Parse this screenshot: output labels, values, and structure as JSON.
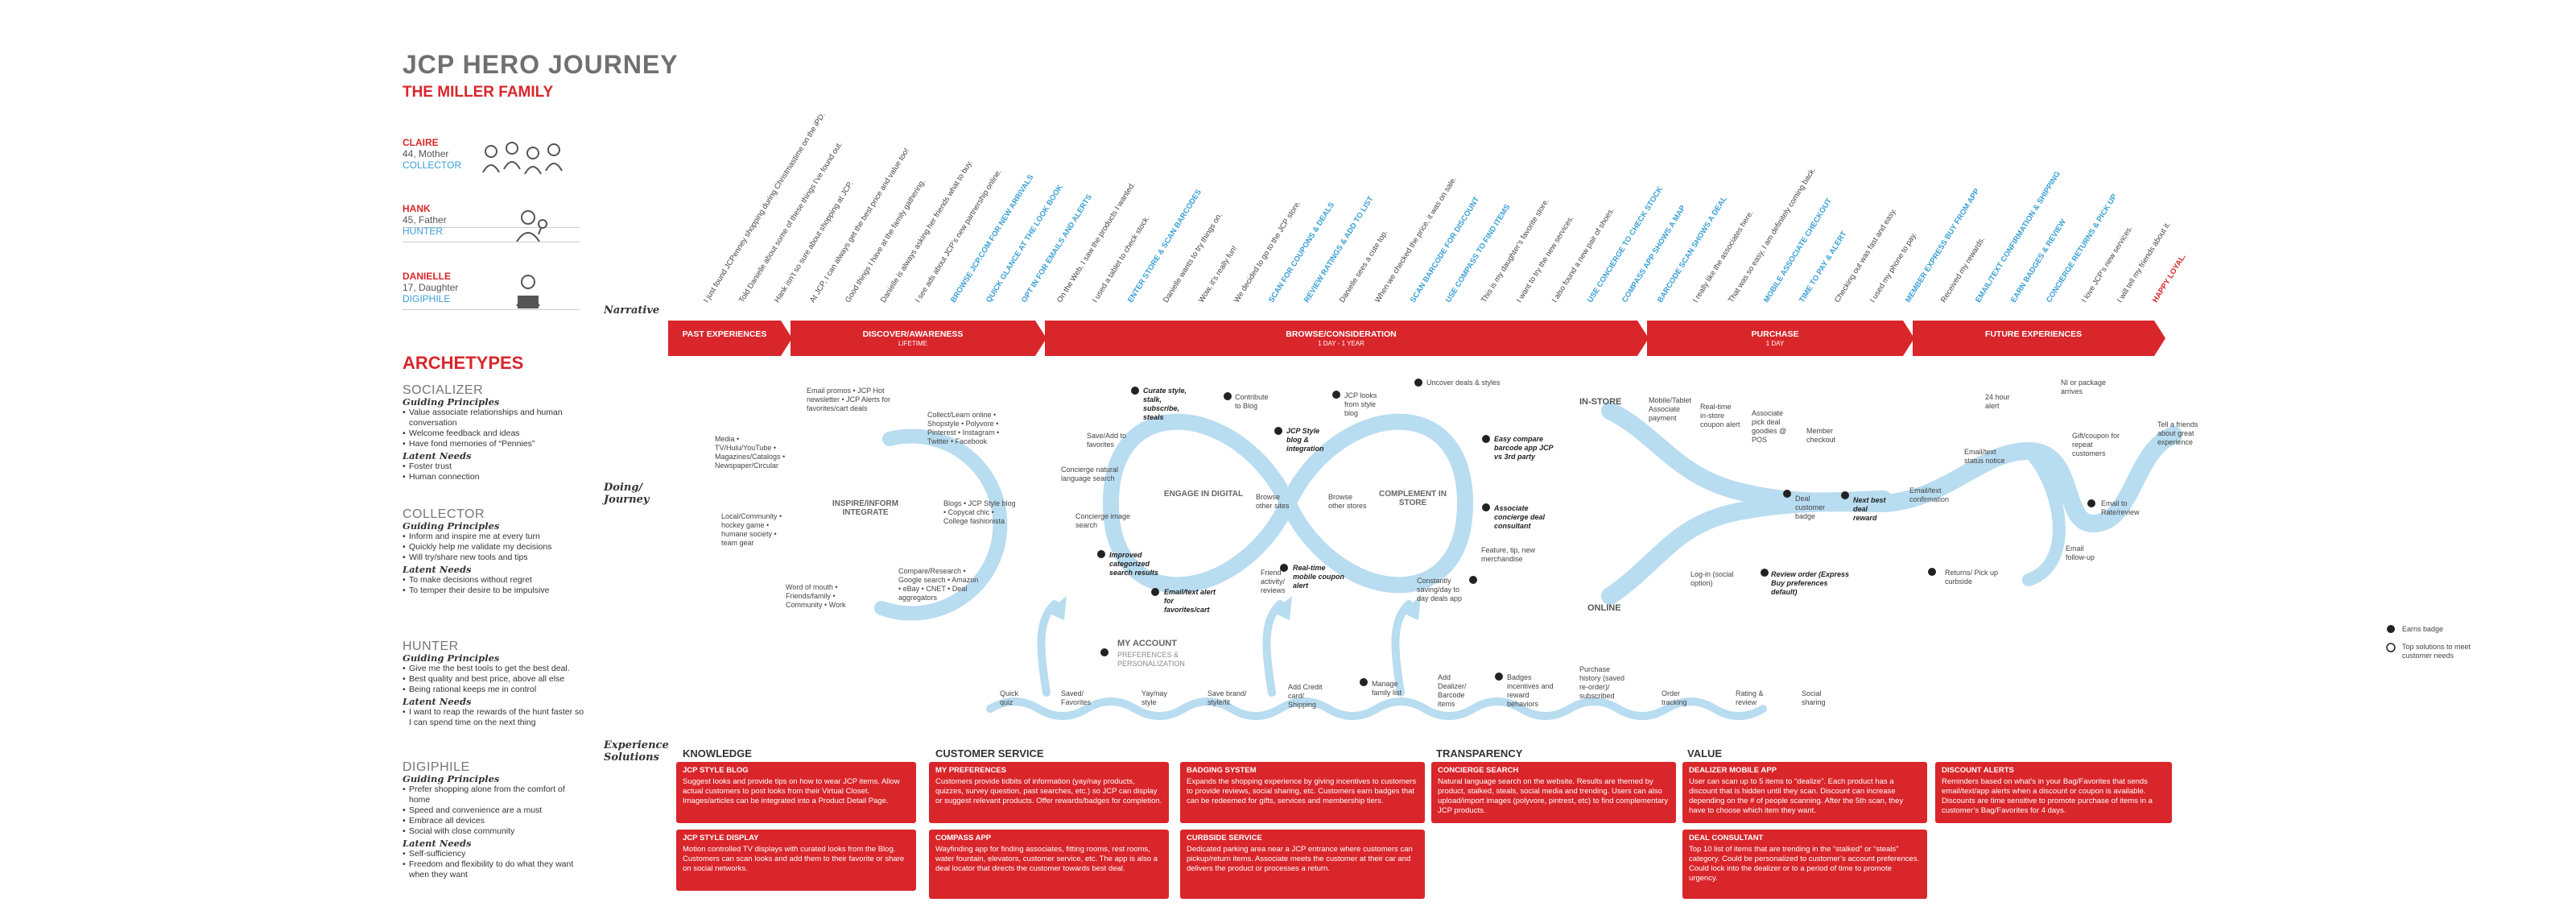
{
  "header": {
    "title": "JCP HERO JOURNEY",
    "subtitle": "THE MILLER FAMILY"
  },
  "personas": [
    {
      "name": "CLAIRE",
      "age": "44, Mother",
      "tag": "COLLECTOR"
    },
    {
      "name": "HANK",
      "age": "45, Father",
      "tag": "HUNTER"
    },
    {
      "name": "DANIELLE",
      "age": "17, Daughter",
      "tag": "DIGIPHILE"
    }
  ],
  "archetypes": {
    "title": "ARCHETYPES",
    "items": [
      {
        "name": "SOCIALIZER",
        "gp": "Guiding Principles",
        "principles": [
          "Value associate relationships and human conversation",
          "Welcome feedback and ideas",
          "Have fond memories of “Pennies”"
        ],
        "ln": "Latent Needs",
        "needs": [
          "Foster trust",
          "Human connection"
        ]
      },
      {
        "name": "COLLECTOR",
        "gp": "Guiding Principles",
        "principles": [
          "Inform and inspire me at every turn",
          "Quickly help me validate my decisions",
          "Will try/share new tools and tips"
        ],
        "ln": "Latent Needs",
        "needs": [
          "To make decisions without regret",
          "To temper their desire to be impulsive"
        ]
      },
      {
        "name": "HUNTER",
        "gp": "Guiding Principles",
        "principles": [
          "Give me the best tools to get the best deal.",
          "Best quality and best price, above all else",
          "Being rational keeps me in control"
        ],
        "ln": "Latent Needs",
        "needs": [
          "I want to reap the rewards of the hunt faster so I can spend time on the next thing"
        ]
      },
      {
        "name": "DIGIPHILE",
        "gp": "Guiding Principles",
        "principles": [
          "Prefer shopping alone from the comfort of home",
          "Speed and convenience are a must",
          "Embrace all devices",
          "Social with close community"
        ],
        "ln": "Latent Needs",
        "needs": [
          "Self-sufficiency",
          "Freedom and flexibility to do what they want when they want"
        ]
      }
    ]
  },
  "rows": {
    "narrative": "Narrative",
    "doing": "Doing/ Journey",
    "experience": "Experience Solutions"
  },
  "narrative": [
    {
      "t": "I just found JCPenney shopping during Christmastime on the iPD.",
      "s": ""
    },
    {
      "t": "Told Danielle about some of these things I’ve found out.",
      "s": ""
    },
    {
      "t": "Hank isn’t so sure about shopping at JCP.",
      "s": ""
    },
    {
      "t": "At JCP, I can always get the best price and value too!",
      "s": ""
    },
    {
      "t": "Good things I have at the family gathering.",
      "s": ""
    },
    {
      "t": "Danielle is always asking her friends what to buy.",
      "s": ""
    },
    {
      "t": "I see ads about JCP’s new partnership online.",
      "s": ""
    },
    {
      "t": "Browse JCP.com for new arrivals",
      "s": "blue"
    },
    {
      "t": "Quick glance at the look book",
      "s": "blue"
    },
    {
      "t": "Opt in for emails and alerts",
      "s": "blue"
    },
    {
      "t": "On the Web, I saw the products I wanted.",
      "s": ""
    },
    {
      "t": "I used a tablet to check stock.",
      "s": ""
    },
    {
      "t": "Enter store & scan barcodes",
      "s": "blue"
    },
    {
      "t": "Danielle wants to try things on.",
      "s": ""
    },
    {
      "t": "Wow, it’s really fun!",
      "s": ""
    },
    {
      "t": "We decided to go to the JCP store.",
      "s": ""
    },
    {
      "t": "Scan for coupons & deals",
      "s": "blue"
    },
    {
      "t": "Review ratings & add to list",
      "s": "blue"
    },
    {
      "t": "Danielle sees a cute top.",
      "s": ""
    },
    {
      "t": "When we checked the price, it was on sale.",
      "s": ""
    },
    {
      "t": "Scan barcode for discount",
      "s": "blue"
    },
    {
      "t": "Use compass to find items",
      "s": "blue"
    },
    {
      "t": "This is my daughter’s favorite store.",
      "s": ""
    },
    {
      "t": "I want to try the new services.",
      "s": ""
    },
    {
      "t": "I also found a new pair of shoes.",
      "s": ""
    },
    {
      "t": "Use concierge to check stock",
      "s": "blue"
    },
    {
      "t": "Compass app shows a map",
      "s": "blue"
    },
    {
      "t": "Barcode scan shows a deal",
      "s": "blue"
    },
    {
      "t": "I really like the associates here.",
      "s": ""
    },
    {
      "t": "That was so easy, I am definitely coming back.",
      "s": ""
    },
    {
      "t": "Mobile associate checkout",
      "s": "blue"
    },
    {
      "t": "Time to pay & alert",
      "s": "blue"
    },
    {
      "t": "Checking out was fast and easy.",
      "s": ""
    },
    {
      "t": "I used my phone to pay.",
      "s": ""
    },
    {
      "t": "Member express buy from app",
      "s": "blue"
    },
    {
      "t": "Received my rewards.",
      "s": ""
    },
    {
      "t": "Email/text confirmation & shipping",
      "s": "blue"
    },
    {
      "t": "Earn badges & review",
      "s": "blue"
    },
    {
      "t": "Concierge returns & pick up",
      "s": "blue"
    },
    {
      "t": "I love JCP’s new services.",
      "s": ""
    },
    {
      "t": "I will tell my friends about it.",
      "s": ""
    },
    {
      "t": "HAPPY LOYAL.",
      "s": "red"
    }
  ],
  "phases": [
    {
      "name": "PAST EXPERIENCES",
      "sub": ""
    },
    {
      "name": "DISCOVER/AWARENESS",
      "sub": "LIFETIME"
    },
    {
      "name": "BROWSE/CONSIDERATION",
      "sub": "1 DAY - 1 YEAR"
    },
    {
      "name": "PURCHASE",
      "sub": "1 DAY"
    },
    {
      "name": "FUTURE EXPERIENCES",
      "sub": ""
    }
  ],
  "journey": {
    "inspire": "INSPIRE/INFORM INTEGRATE",
    "engage": "ENGAGE IN DIGITAL",
    "complement": "COMPLEMENT IN STORE",
    "instore": "IN-STORE",
    "online": "ONLINE",
    "myaccount": "MY ACCOUNT",
    "myaccount_sub": "PREFERENCES & PERSONALIZATION",
    "labels": {
      "email": "Email promos • JCP Hot newsletter • JCP Alerts for favorites/cart deals",
      "collect": "Collect/Learn online • Shopstyle • Polyvore • Pinterest • Instagram • Twitter • Facebook",
      "media": "Media • TV/Hulu/YouTube • Magazines/Catalogs • Newspaper/Circular",
      "blogs": "Blogs • JCP Style blog • Copycat chic • College fashionista",
      "local": "Local/Community • hockey game • humane society • team gear",
      "compare": "Compare/Research • Google search • Amazon • eBay • CNET • Deal aggregators",
      "word": "Word of mouth • Friends/family • Community • Work",
      "saveadd": "Save/Add to favorites",
      "concierge_nl": "Concierge natural language search",
      "concierge_img": "Concierge image search",
      "curate": "Curate style, stalk, subscribe, steals",
      "contribute": "Contribute to Blog",
      "jcplooks": "JCP looks from style blog",
      "uncover": "Uncover deals & styles",
      "easycompare": "Easy compare barcode app JCP vs 3rd party",
      "stylebl": "JCP Style blog & integration",
      "browse1": "Browse other sites",
      "browse2": "Browse other stores",
      "improved": "Improved categorized search results",
      "emailtext": "Email/text alert for favorites/cart",
      "realtime": "Real-time mobile coupon alert",
      "friendact": "Friend activity/ reviews",
      "associate": "Associate concierge deal consultant",
      "feature": "Feature, tip, new merchandise",
      "constantly": "Constantly saving/day to day deals app",
      "mobile": "Mobile/Tablet Associate payment",
      "realtime2": "Real-time in-store coupon alert",
      "assoc2": "Associate pick deal goodies @ POS",
      "member": "Member checkout",
      "dealbadge": "Deal customer badge",
      "nextdeal": "Next best deal reward",
      "emailconf": "Email/text confirmation",
      "login": "Log-in (social option)",
      "review": "Review order (Express Buy preferences default)",
      "hr24": "24 hour alert",
      "emailstat": "Email/text status notice",
      "niorpkg": "NI or package arrives",
      "gift": "Gift/coupon for repeat customers",
      "tell": "Tell a friends about great experience",
      "rate": "Email to Rate/review",
      "emailfollow": "Email follow-up",
      "returns": "Returns/ Pick up curbside",
      "earns": "Earns badge",
      "topsol": "Top solutions to meet customer needs",
      "quick": "Quick quiz",
      "saved": "Saved/ Favorites",
      "yayhay": "Yay/nay style",
      "savebrand": "Save brand/ style/fit",
      "addcredit": "Add Credit card/ Shipping",
      "manage": "Manage family list",
      "adddealz": "Add Dealizer/ Barcode items",
      "badges": "Badges incentives and reward behaviors",
      "purchase": "Purchase history (saved re-order)/ subscribed",
      "order": "Order tracking",
      "rating": "Rating & review",
      "social": "Social sharing"
    }
  },
  "solution_categories": [
    "KNOWLEDGE",
    "CUSTOMER SERVICE",
    "TRANSPARENCY",
    "VALUE"
  ],
  "solutions": [
    {
      "t": "JCP STYLE BLOG",
      "d": "Suggest looks and provide tips on how to wear JCP items. Allow actual customers to post looks from their Virtual Closet. Images/articles can be integrated into a Product Detail Page."
    },
    {
      "t": "JCP STYLE DISPLAY",
      "d": "Motion controlled TV displays with curated looks from the Blog. Customers can scan looks and add them to their favorite or share on social networks."
    },
    {
      "t": "MY PREFERENCES",
      "d": "Customers provide tidbits of information (yay/nay products, quizzes, survey question, past searches, etc.) so JCP can display or suggest relevant products. Offer rewards/badges for completion."
    },
    {
      "t": "COMPASS APP",
      "d": "Wayfinding app for finding associates, fitting rooms, rest rooms, water fountain, elevators, customer service, etc. The app is also a deal locator that directs the customer towards best deal."
    },
    {
      "t": "BADGING SYSTEM",
      "d": "Expands the shopping experience by giving incentives to customers to provide reviews, social sharing, etc. Customers earn badges that can be redeemed for gifts, services and membership tiers."
    },
    {
      "t": "CURBSIDE SERVICE",
      "d": "Dedicated parking area near a JCP entrance where customers can pickup/return items. Associate meets the customer at their car and delivers the product or processes a return."
    },
    {
      "t": "CONCIERGE SEARCH",
      "d": "Natural language search on the website. Results are themed by product, stalked, steals, social media and trending. Users can also upload/import images (polyvore, pintrest, etc) to find complementary JCP products."
    },
    {
      "t": "DEALIZER MOBILE APP",
      "d": "User can scan up to 5 items to “dealize”. Each product has a discount that is hidden until they scan. Discount can increase depending on the # of people scanning. After the 5th scan, they have to choose which item they want."
    },
    {
      "t": "DEAL CONSULTANT",
      "d": "Top 10 list of items that are trending in the “stalked” or “steals” category. Could be personalized to customer’s account preferences. Could lock into the dealizer or to a period of time to promote urgency."
    },
    {
      "t": "DISCOUNT ALERTS",
      "d": "Reminders based on what’s in your Bag/Favorites that sends email/text/app alerts when a discount or coupon is available. Discounts are time sensitive to promote purchase of items in a customer’s Bag/Favorites for 4 days."
    }
  ],
  "colors": {
    "red": "#d9262b",
    "blue": "#3aa0d6",
    "lightblue": "#b8dcf0"
  }
}
